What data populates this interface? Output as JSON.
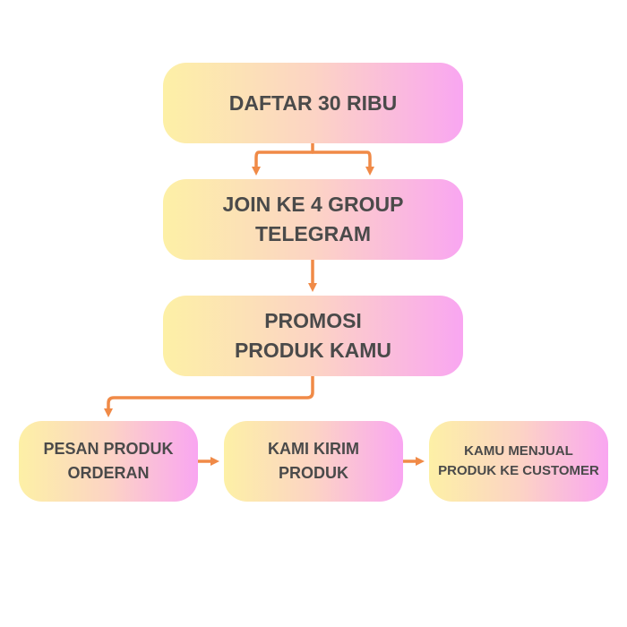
{
  "steps": [
    {
      "lines": [
        "DAFTAR 30 RIBU"
      ]
    },
    {
      "lines": [
        "JOIN KE 4 GROUP",
        "TELEGRAM"
      ]
    },
    {
      "lines": [
        "PROMOSI",
        "PRODUK KAMU"
      ]
    },
    {
      "lines": [
        "PESAN PRODUK",
        "ORDERAN"
      ]
    },
    {
      "lines": [
        "KAMI KIRIM",
        "PRODUK"
      ]
    },
    {
      "lines": [
        "KAMU MENJUAL",
        "PRODUK KE CUSTOMER"
      ]
    }
  ],
  "colors": {
    "arrow": "#f08a47",
    "text": "#4a4a4a",
    "gradient_start": "#fdf0a6",
    "gradient_end": "#f9a6f1"
  }
}
